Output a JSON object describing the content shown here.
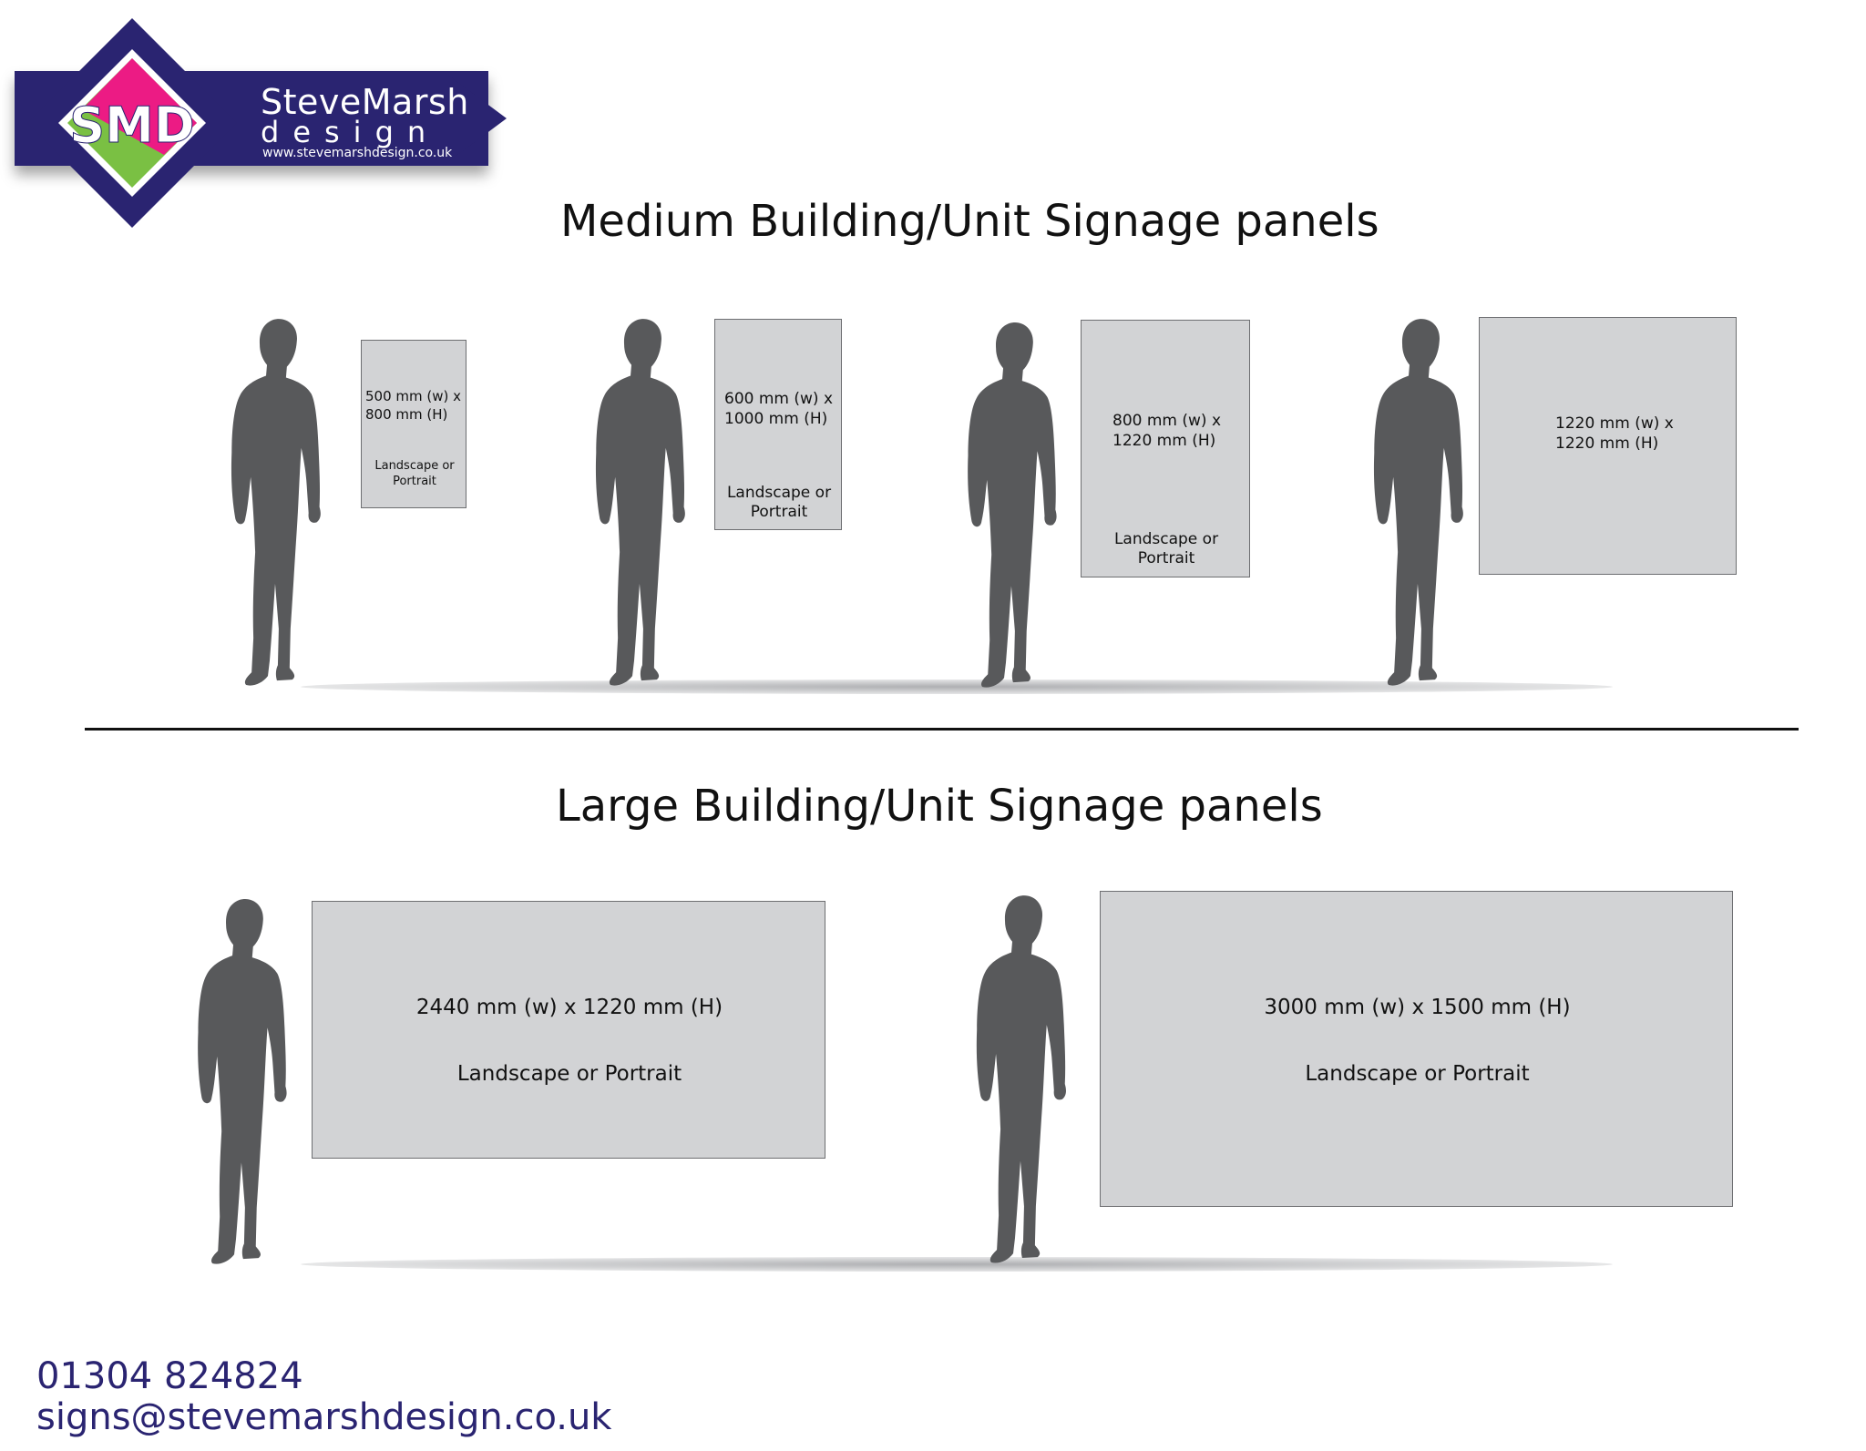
{
  "logo": {
    "monogram": "SMD",
    "name": "SteveMarsh",
    "sub": "design",
    "url": "www.stevemarshdesign.co.uk",
    "colors": {
      "navy": "#2a2471",
      "pink": "#ec1b84",
      "green": "#7ac043"
    }
  },
  "medium": {
    "title": "Medium Building/Unit Signage panels",
    "panels": [
      {
        "line1": "500 mm (w)  x",
        "line2": "800 mm (H)",
        "orient1": "Landscape or",
        "orient2": "Portrait"
      },
      {
        "line1": "600 mm (w)  x",
        "line2": "1000 mm (H)",
        "orient1": "Landscape or",
        "orient2": "Portrait"
      },
      {
        "line1": "800 mm (w)  x",
        "line2": "1220 mm (H)",
        "orient1": "Landscape or",
        "orient2": "Portrait"
      },
      {
        "line1": "1220 mm (w)  x",
        "line2": "1220 mm (H)"
      }
    ]
  },
  "large": {
    "title": "Large Building/Unit Signage panels",
    "panels": [
      {
        "dims": "2440 mm (w)  x 1220 mm (H)",
        "orient": "Landscape or Portrait"
      },
      {
        "dims": "3000 mm (w)  x 1500 mm (H)",
        "orient": "Landscape or Portrait"
      }
    ]
  },
  "contact": {
    "phone": "01304 824824",
    "email": "signs@stevemarshdesign.co.uk"
  },
  "colors": {
    "figure": "#58595b",
    "panel": "#d2d3d5",
    "panel_border": "#6d6e71",
    "contact": "#2a2471"
  }
}
